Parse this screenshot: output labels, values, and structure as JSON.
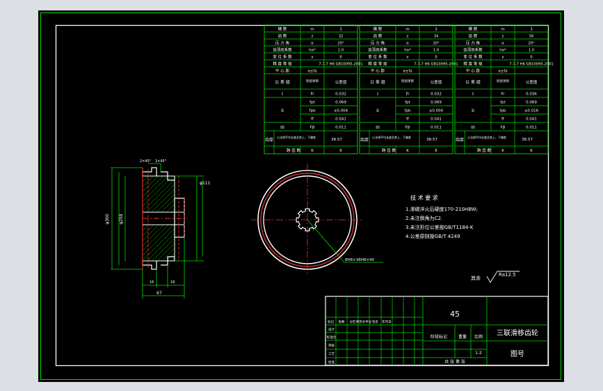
{
  "param_tables": [
    {
      "rows": [
        {
          "name": "模 数",
          "sym": "m",
          "val": "3"
        },
        {
          "name": "齿 数",
          "sym": "z",
          "val": "32"
        },
        {
          "name": "压 力 角",
          "sym": "α",
          "val": "20°"
        },
        {
          "name": "齿顶高系数",
          "sym": "ha*",
          "val": "1.0"
        },
        {
          "name": "变 位 系 数",
          "sym": "x",
          "val": "0"
        },
        {
          "name": "精 度 等 级",
          "sym": "",
          "val": "7-7-7 HK GB10095-2001"
        },
        {
          "name": "中 心 距",
          "sym": "a±fa",
          "val": ""
        }
      ],
      "tol_header": {
        "group": "公 差 组",
        "item": "检验项目",
        "value": "公差值"
      },
      "tol_rows": [
        {
          "group": "I",
          "sym": "Fr",
          "val": "0.032"
        },
        {
          "group": "II",
          "sym": "fpt",
          "val": "0.069"
        },
        {
          "group": "",
          "sym": "fpb",
          "val": "±0.004"
        },
        {
          "group": "",
          "sym": "ff",
          "val": "0.041"
        },
        {
          "group": "III",
          "sym": "Fβ",
          "val": "0.011"
        }
      ],
      "mesh": {
        "label": "齿厚",
        "sub": "公法线平均长度及其上、下偏差",
        "val": "38.57"
      },
      "pair": {
        "label": "跨 齿 数",
        "sym": "K",
        "val": "6"
      }
    },
    {
      "rows": [
        {
          "name": "模 数",
          "sym": "m",
          "val": "3"
        },
        {
          "name": "齿 数",
          "sym": "z",
          "val": "34"
        },
        {
          "name": "压 力 角",
          "sym": "α",
          "val": "20°"
        },
        {
          "name": "齿顶高系数",
          "sym": "ha*",
          "val": "1.0"
        },
        {
          "name": "变 位 系 数",
          "sym": "x",
          "val": "0"
        },
        {
          "name": "精 度 等 级",
          "sym": "",
          "val": "7-7-7 HK GB10095-2001"
        },
        {
          "name": "中 心 距",
          "sym": "a±fa",
          "val": ""
        }
      ],
      "tol_header": {
        "group": "公 差 组",
        "item": "检验项目",
        "value": "公差值"
      },
      "tol_rows": [
        {
          "group": "I",
          "sym": "Fr",
          "val": "0.032"
        },
        {
          "group": "II",
          "sym": "fpt",
          "val": "0.069"
        },
        {
          "group": "",
          "sym": "fpb",
          "val": "±0.004"
        },
        {
          "group": "",
          "sym": "ff",
          "val": "0.041"
        },
        {
          "group": "III",
          "sym": "Fβ",
          "val": "0.011"
        }
      ],
      "mesh": {
        "label": "齿厚",
        "sub": "公法线平均长度及其上、下偏差",
        "val": "38.57"
      },
      "pair": {
        "label": "跨 齿 数",
        "sym": "K",
        "val": "6"
      }
    },
    {
      "rows": [
        {
          "name": "模 数",
          "sym": "m",
          "val": "3"
        },
        {
          "name": "齿 数",
          "sym": "z",
          "val": "56"
        },
        {
          "name": "压 力 角",
          "sym": "α",
          "val": "20°"
        },
        {
          "name": "齿顶高系数",
          "sym": "ha*",
          "val": "1.0"
        },
        {
          "name": "变 位 系 数",
          "sym": "x",
          "val": "0"
        },
        {
          "name": "精 度 等 级",
          "sym": "",
          "val": "7-7-7 HK GB10095-2001"
        },
        {
          "name": "中 心 距",
          "sym": "a±fa",
          "val": ""
        }
      ],
      "tol_header": {
        "group": "公 差 组",
        "item": "检验项目",
        "value": "公差值"
      },
      "tol_rows": [
        {
          "group": "I",
          "sym": "Fr",
          "val": "0.036"
        },
        {
          "group": "II",
          "sym": "fpt",
          "val": "0.069"
        },
        {
          "group": "",
          "sym": "fpb",
          "val": "±0.016"
        },
        {
          "group": "",
          "sym": "ff",
          "val": "0.041"
        },
        {
          "group": "III",
          "sym": "Fβ",
          "val": "0.011"
        }
      ],
      "mesh": {
        "label": "齿厚",
        "sub": "公法线平均长度及其上、下偏差",
        "val": "38.57"
      },
      "pair": {
        "label": "跨 齿 数",
        "sym": "K",
        "val": "6"
      }
    }
  ],
  "tech_req": {
    "title": "技 术 要 求",
    "items": [
      "1.渗碳淬火后硬度170-210HBW;",
      "2.未注倒角为C2.",
      "3.未注形位公差按GB/T1184-K",
      "4.公差原则按GB/T 4249"
    ]
  },
  "spline_note": "8H8×36H8×40",
  "roughness": {
    "prefix": "其余",
    "value": "Ra12.5"
  },
  "section_dims": {
    "left_a": "φ300",
    "left_b": "φ258",
    "right": "φ111",
    "top_a": "2×45°",
    "top_b": "3×45°",
    "bottom": "67",
    "b1": "16",
    "b2": "18"
  },
  "title_block": {
    "material": "45",
    "part_name": "三联滑移齿轮",
    "drawing_no": "图号",
    "scale_label": "比例",
    "scale_value": "1:2",
    "weight_label": "重量",
    "stage_label": "阶段标记",
    "rev_cells": [
      "标记",
      "处数",
      "分区",
      "更改文件号",
      "签名",
      "年月日"
    ],
    "sign_cells": [
      "设计",
      "标准化",
      "审核",
      "工艺",
      "批准"
    ],
    "sheet": "共 张 第 张"
  }
}
